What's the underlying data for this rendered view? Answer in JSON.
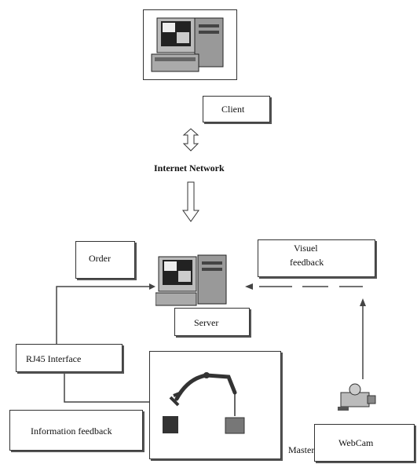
{
  "client": {
    "label": "Client"
  },
  "network": {
    "label": "Internet Network"
  },
  "order": {
    "label": "Order"
  },
  "visual_feedback": {
    "label_line1": "Visuel",
    "label_line2": "feedback"
  },
  "server": {
    "label": "Server"
  },
  "rj45": {
    "label": "RJ45 Interface"
  },
  "info_feedback": {
    "label": "Information feedback"
  },
  "master": {
    "label": "Master"
  },
  "webcam": {
    "label": "WebCam"
  }
}
